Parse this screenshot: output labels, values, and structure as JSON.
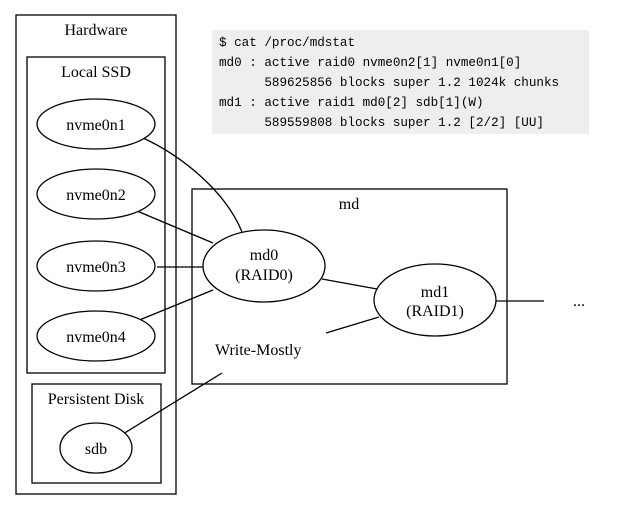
{
  "clusters": {
    "hardware": "Hardware",
    "local_ssd": "Local SSD",
    "persistent_disk": "Persistent Disk",
    "md": "md"
  },
  "nodes": {
    "nvme0n1": "nvme0n1",
    "nvme0n2": "nvme0n2",
    "nvme0n3": "nvme0n3",
    "nvme0n4": "nvme0n4",
    "sdb": "sdb",
    "md0": {
      "name": "md0",
      "level": "(RAID0)"
    },
    "md1": {
      "name": "md1",
      "level": "(RAID1)"
    },
    "more": "..."
  },
  "edge_labels": {
    "write_mostly": "Write-Mostly"
  },
  "terminal": {
    "lines": [
      "$ cat /proc/mdstat",
      "md0 : active raid0 nvme0n2[1] nvme0n1[0]",
      "      589625856 blocks super 1.2 1024k chunks",
      "md1 : active raid1 md0[2] sdb[1](W)",
      "      589559808 blocks super 1.2 [2/2] [UU]"
    ]
  }
}
